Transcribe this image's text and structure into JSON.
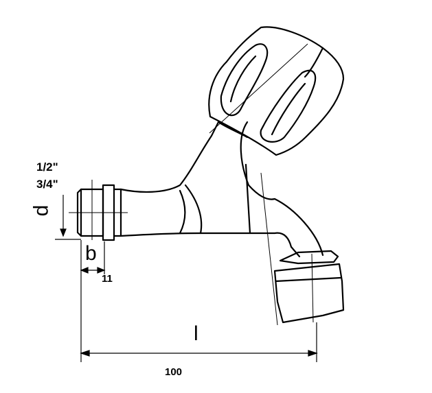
{
  "labels": {
    "thread_half": "1/2\"",
    "thread_three_quarter": "3/4\"",
    "dim_d": "d",
    "dim_b": "b",
    "dim_b_value": "11",
    "dim_l": "l",
    "dim_l_value": "100"
  },
  "colors": {
    "stroke": "#000000",
    "background": "#ffffff"
  }
}
